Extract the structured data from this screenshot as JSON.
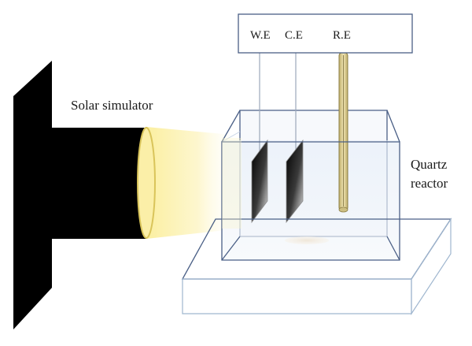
{
  "labels": {
    "light_source": "Solar simulator",
    "working_electrode": "W.E",
    "counter_electrode": "C.E",
    "reference_electrode": "R.E",
    "reactor_line1": "Quartz",
    "reactor_line2": "reactor"
  },
  "colors": {
    "simulator_body": "#000000",
    "light_beam": "#fdf3b0",
    "lens_rim": "#e8d56a",
    "reactor_edge": "#4a5f86",
    "water": "#eef3fa",
    "reference_electrode": "#d8c98a"
  }
}
